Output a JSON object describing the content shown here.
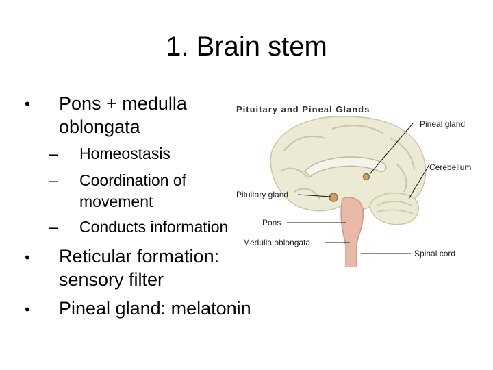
{
  "slide": {
    "title": "1. Brain stem",
    "bullets": [
      {
        "lines": [
          "Pons + medulla",
          "oblongata"
        ],
        "subitems": [
          {
            "lines": [
              "Homeostasis"
            ]
          },
          {
            "lines": [
              "Coordination of",
              "movement"
            ]
          },
          {
            "lines": [
              "Conducts information"
            ]
          }
        ]
      },
      {
        "lines": [
          "Reticular formation:",
          "sensory filter"
        ]
      },
      {
        "lines": [
          "Pineal gland: melatonin"
        ]
      }
    ],
    "bullet_symbol": "•",
    "dash_symbol": "–"
  },
  "diagram": {
    "title": "Pituitary and Pineal Glands",
    "labels": {
      "pineal": "Pineal gland",
      "cerebellum": "Cerebellum",
      "pituitary": "Pituitary gland",
      "pons": "Pons",
      "medulla": "Medulla oblongata",
      "spinal": "Spinal cord"
    },
    "colors": {
      "brain": "#ece9d4",
      "gyri": "#c9c5a6",
      "stem": "#e8b9a6",
      "gland": "#c9a26a"
    }
  }
}
